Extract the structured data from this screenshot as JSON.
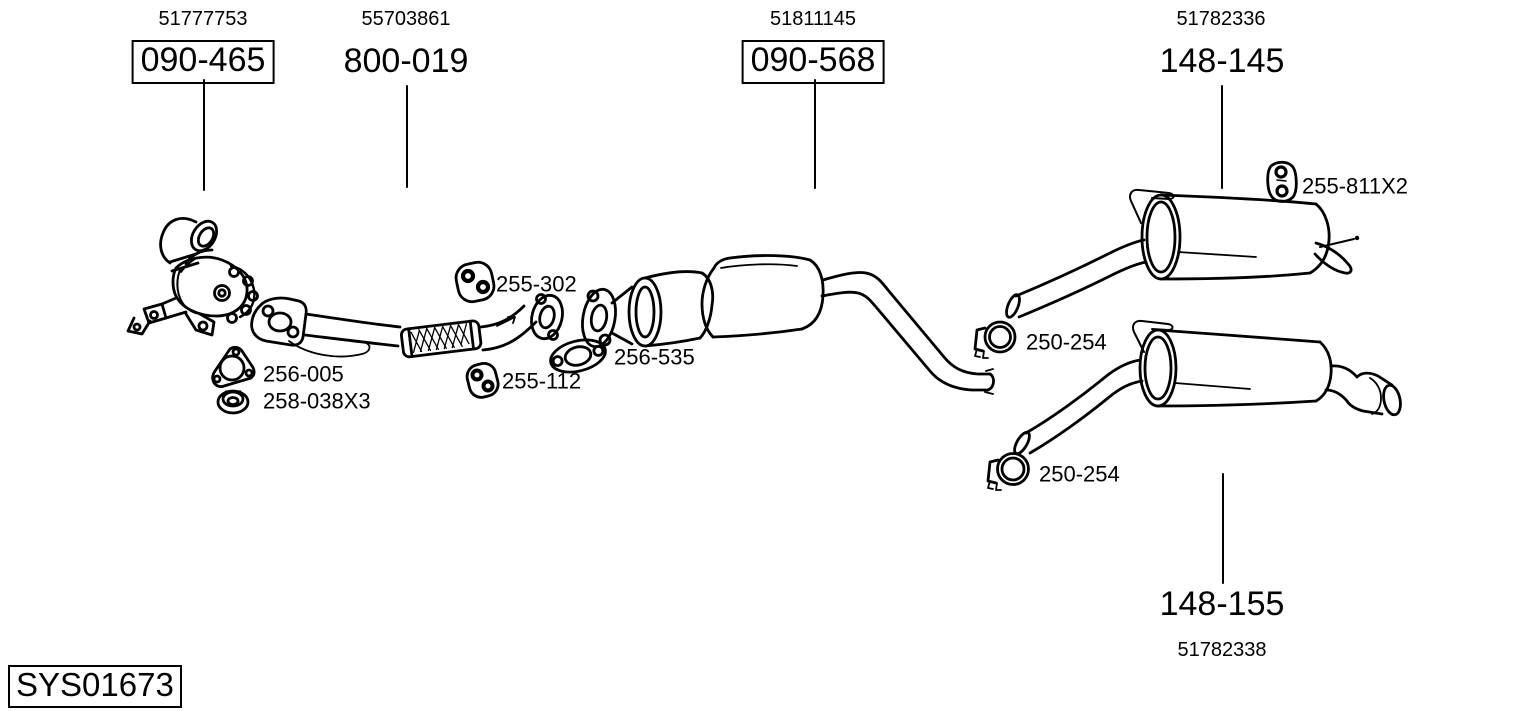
{
  "diagram_type": "exhaust-system-parts-diagram",
  "system_code": "SYS01673",
  "colors": {
    "background": "#ffffff",
    "line": "#000000",
    "text": "#000000"
  },
  "groups": [
    {
      "oe_ref": "51777753",
      "part_no": "090-465",
      "boxed": true
    },
    {
      "oe_ref": "55703861",
      "part_no": "800-019",
      "boxed": false
    },
    {
      "oe_ref": "51811145",
      "part_no": "090-568",
      "boxed": true
    },
    {
      "oe_ref": "51782336",
      "part_no": "148-145",
      "boxed": false
    },
    {
      "oe_ref": "51782338",
      "part_no": "148-155",
      "boxed": false
    }
  ],
  "accessories": [
    {
      "part_no": "255-302",
      "icon": "rubber-hanger-icon"
    },
    {
      "part_no": "256-005",
      "icon": "triangular-gasket-icon"
    },
    {
      "part_no": "258-038X3",
      "icon": "flange-nut-icon"
    },
    {
      "part_no": "255-112",
      "icon": "rubber-hanger-icon"
    },
    {
      "part_no": "256-535",
      "icon": "oval-gasket-icon"
    },
    {
      "part_no": "250-254",
      "icon": "pipe-clamp-icon"
    },
    {
      "part_no": "250-254",
      "icon": "pipe-clamp-icon"
    },
    {
      "part_no": "255-811X2",
      "icon": "rubber-hanger-icon"
    }
  ]
}
